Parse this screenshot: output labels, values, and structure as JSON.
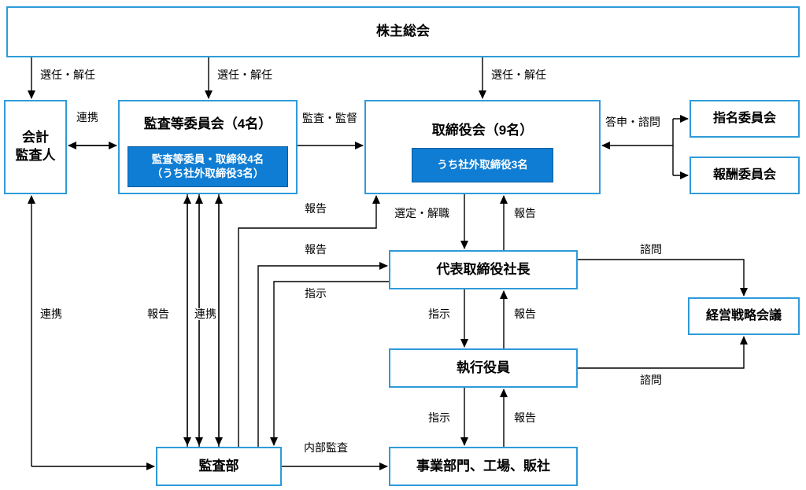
{
  "boxes": {
    "shareholders": {
      "label": "株主総会"
    },
    "accounting_auditor": {
      "line1": "会計",
      "line2": "監査人"
    },
    "audit_committee": {
      "title": "監査等委員会（4名）",
      "inner_line1": "監査等委員・取締役4名",
      "inner_line2": "（うち社外取締役3名）"
    },
    "board": {
      "title": "取締役会（9名）",
      "inner": "うち社外取締役3名"
    },
    "nomination_committee": {
      "label": "指名委員会"
    },
    "compensation_committee": {
      "label": "報酬委員会"
    },
    "president": {
      "label": "代表取締役社長"
    },
    "strategy_council": {
      "label": "経営戦略会議"
    },
    "executive_officers": {
      "label": "執行役員"
    },
    "audit_department": {
      "label": "監査部"
    },
    "business_divisions": {
      "label": "事業部門、工場、販社"
    }
  },
  "edge_labels": {
    "appoint_dismiss": "選任・解任",
    "cooperation": "連携",
    "audit_supervision": "監査・監督",
    "report_consultation": "答申・諮問",
    "select_dismiss": "選定・解職",
    "report": "報告",
    "instruction": "指示",
    "consultation": "諮問",
    "internal_audit": "内部監査"
  },
  "colors": {
    "box_border": "#2E9BD9",
    "inner_box_fill": "#0F7DD3",
    "inner_box_border": "#0A5C9E",
    "inner_box_text": "#FFFFFF",
    "connector": "#000000",
    "background": "#FFFFFF"
  }
}
